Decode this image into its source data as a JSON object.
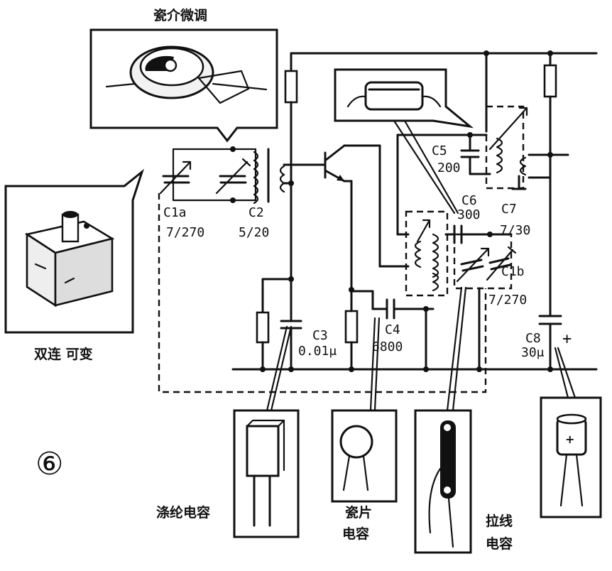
{
  "figure_number": "⑥",
  "callouts": {
    "ceramic_trimmer": "瓷介微调",
    "dual_variable": "双连 可变",
    "polyester_cap": "涤纶电容",
    "ceramic_disc_cap_line1": "瓷片",
    "ceramic_disc_cap_line2": "电容",
    "wire_cap_line1": "拉线",
    "wire_cap_line2": "电容"
  },
  "components": {
    "c1a_label": "C1a",
    "c1a_value": "7/270",
    "c2_label": "C2",
    "c2_value": "5/20",
    "c3_label": "C3",
    "c3_value": "0.01μ",
    "c4_label": "C4",
    "c4_value": "6800",
    "c5_label": "C5",
    "c5_value": "200",
    "c6_label": "C6",
    "c6_value": "300",
    "c7_label": "C7",
    "c7_value": "7/30",
    "c1b_label": "C1b",
    "c1b_value": "7/270",
    "c8_label": "C8",
    "c8_value": "30μ",
    "c8_polarity": "+"
  }
}
